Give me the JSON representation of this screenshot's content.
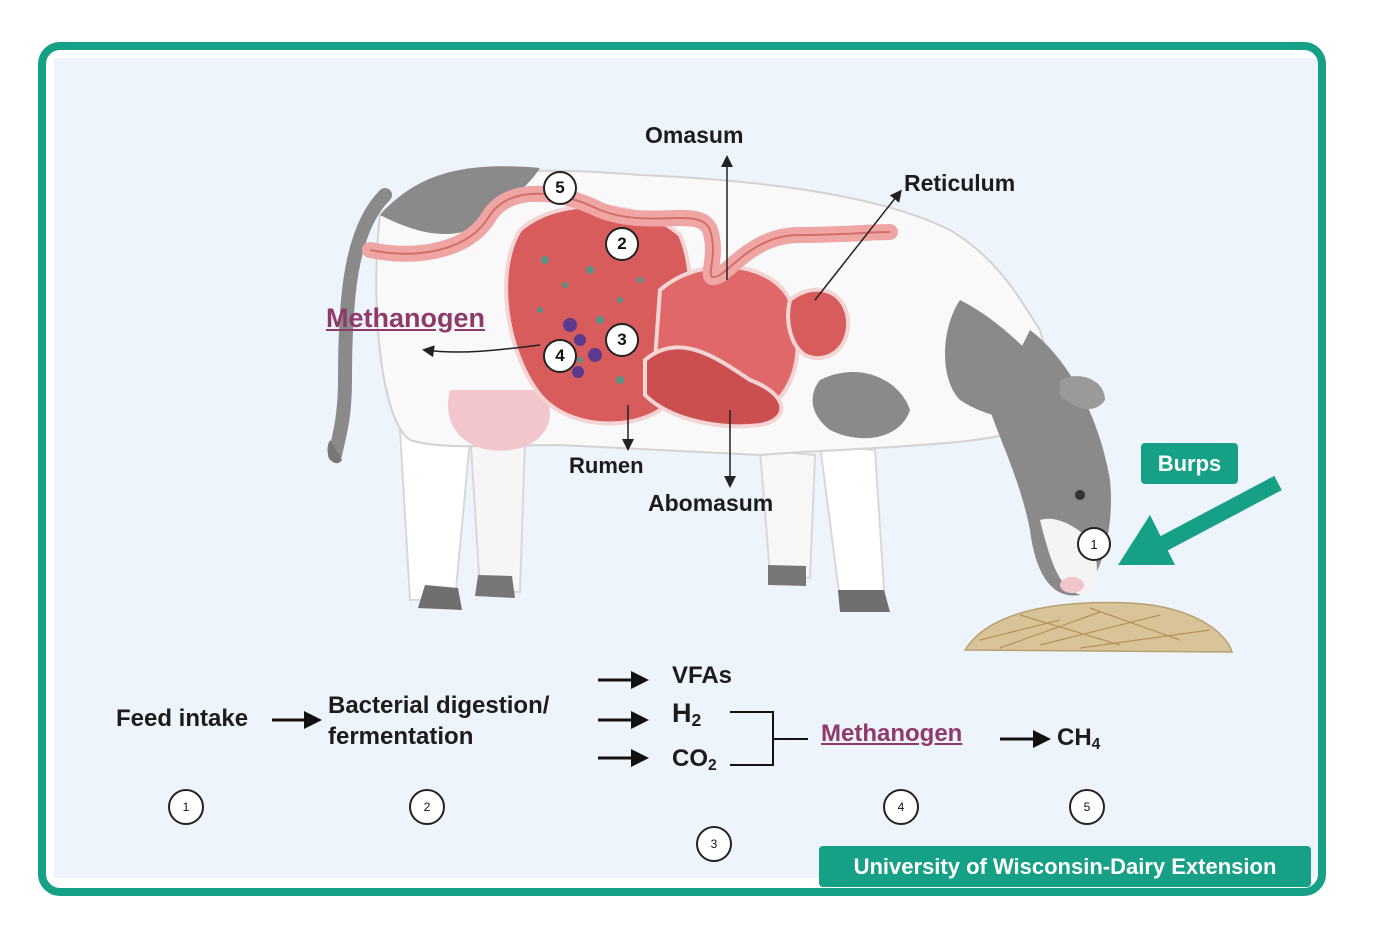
{
  "diagram": {
    "labels": {
      "omasum": "Omasum",
      "reticulum": "Reticulum",
      "methanogen": "Methanogen",
      "rumen": "Rumen",
      "abomasum": "Abomasum"
    },
    "burps_label": "Burps",
    "cow_markers": [
      "1",
      "2",
      "3",
      "4",
      "5"
    ]
  },
  "flow": {
    "feed_intake": "Feed intake",
    "digestion_line1": "Bacterial digestion/",
    "digestion_line2": "fermentation",
    "vfas": "VFAs",
    "h2_main": "H",
    "h2_sub": "2",
    "co2_main": "CO",
    "co2_sub": "2",
    "methanogen": "Methanogen",
    "ch4_main": "CH",
    "ch4_sub": "4",
    "step_numbers": [
      "1",
      "2",
      "3",
      "4",
      "5"
    ]
  },
  "credit": "University of Wisconsin-Dairy Extension",
  "colors": {
    "accent": "#16a085",
    "methanogen": "#8e3a6b",
    "stomach": "#e06868",
    "cow_spot": "#8a8a8a"
  }
}
